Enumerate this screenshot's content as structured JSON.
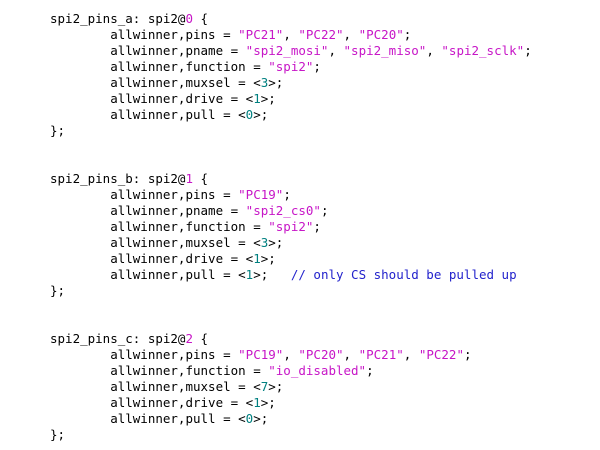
{
  "colors": {
    "plain": "#000000",
    "string": "#c716c7",
    "unit": "#c716c7",
    "number": "#008080",
    "comment": "#2222cc",
    "background": "#ffffff"
  },
  "code": {
    "language": "device-tree-source",
    "lines": [
      {
        "tokens": [
          {
            "c": "plain",
            "t": "spi2_pins_a: spi2@"
          },
          {
            "c": "unit",
            "t": "0"
          },
          {
            "c": "plain",
            "t": " {"
          }
        ]
      },
      {
        "tokens": [
          {
            "c": "plain",
            "t": "        allwinner,pins = "
          },
          {
            "c": "string",
            "t": "\"PC21\""
          },
          {
            "c": "plain",
            "t": ", "
          },
          {
            "c": "string",
            "t": "\"PC22\""
          },
          {
            "c": "plain",
            "t": ", "
          },
          {
            "c": "string",
            "t": "\"PC20\""
          },
          {
            "c": "plain",
            "t": ";"
          }
        ]
      },
      {
        "tokens": [
          {
            "c": "plain",
            "t": "        allwinner,pname = "
          },
          {
            "c": "string",
            "t": "\"spi2_mosi\""
          },
          {
            "c": "plain",
            "t": ", "
          },
          {
            "c": "string",
            "t": "\"spi2_miso\""
          },
          {
            "c": "plain",
            "t": ", "
          },
          {
            "c": "string",
            "t": "\"spi2_sclk\""
          },
          {
            "c": "plain",
            "t": ";"
          }
        ]
      },
      {
        "tokens": [
          {
            "c": "plain",
            "t": "        allwinner,function = "
          },
          {
            "c": "string",
            "t": "\"spi2\""
          },
          {
            "c": "plain",
            "t": ";"
          }
        ]
      },
      {
        "tokens": [
          {
            "c": "plain",
            "t": "        allwinner,muxsel = <"
          },
          {
            "c": "number",
            "t": "3"
          },
          {
            "c": "plain",
            "t": ">;"
          }
        ]
      },
      {
        "tokens": [
          {
            "c": "plain",
            "t": "        allwinner,drive = <"
          },
          {
            "c": "number",
            "t": "1"
          },
          {
            "c": "plain",
            "t": ">;"
          }
        ]
      },
      {
        "tokens": [
          {
            "c": "plain",
            "t": "        allwinner,pull = <"
          },
          {
            "c": "number",
            "t": "0"
          },
          {
            "c": "plain",
            "t": ">;"
          }
        ]
      },
      {
        "tokens": [
          {
            "c": "plain",
            "t": "};"
          }
        ]
      },
      {
        "tokens": []
      },
      {
        "tokens": []
      },
      {
        "tokens": [
          {
            "c": "plain",
            "t": "spi2_pins_b: spi2@"
          },
          {
            "c": "unit",
            "t": "1"
          },
          {
            "c": "plain",
            "t": " {"
          }
        ]
      },
      {
        "tokens": [
          {
            "c": "plain",
            "t": "        allwinner,pins = "
          },
          {
            "c": "string",
            "t": "\"PC19\""
          },
          {
            "c": "plain",
            "t": ";"
          }
        ]
      },
      {
        "tokens": [
          {
            "c": "plain",
            "t": "        allwinner,pname = "
          },
          {
            "c": "string",
            "t": "\"spi2_cs0\""
          },
          {
            "c": "plain",
            "t": ";"
          }
        ]
      },
      {
        "tokens": [
          {
            "c": "plain",
            "t": "        allwinner,function = "
          },
          {
            "c": "string",
            "t": "\"spi2\""
          },
          {
            "c": "plain",
            "t": ";"
          }
        ]
      },
      {
        "tokens": [
          {
            "c": "plain",
            "t": "        allwinner,muxsel = <"
          },
          {
            "c": "number",
            "t": "3"
          },
          {
            "c": "plain",
            "t": ">;"
          }
        ]
      },
      {
        "tokens": [
          {
            "c": "plain",
            "t": "        allwinner,drive = <"
          },
          {
            "c": "number",
            "t": "1"
          },
          {
            "c": "plain",
            "t": ">;"
          }
        ]
      },
      {
        "tokens": [
          {
            "c": "plain",
            "t": "        allwinner,pull = <"
          },
          {
            "c": "number",
            "t": "1"
          },
          {
            "c": "plain",
            "t": ">;   "
          },
          {
            "c": "comment",
            "t": "// only CS should be pulled up"
          }
        ]
      },
      {
        "tokens": [
          {
            "c": "plain",
            "t": "};"
          }
        ]
      },
      {
        "tokens": []
      },
      {
        "tokens": []
      },
      {
        "tokens": [
          {
            "c": "plain",
            "t": "spi2_pins_c: spi2@"
          },
          {
            "c": "unit",
            "t": "2"
          },
          {
            "c": "plain",
            "t": " {"
          }
        ]
      },
      {
        "tokens": [
          {
            "c": "plain",
            "t": "        allwinner,pins = "
          },
          {
            "c": "string",
            "t": "\"PC19\""
          },
          {
            "c": "plain",
            "t": ", "
          },
          {
            "c": "string",
            "t": "\"PC20\""
          },
          {
            "c": "plain",
            "t": ", "
          },
          {
            "c": "string",
            "t": "\"PC21\""
          },
          {
            "c": "plain",
            "t": ", "
          },
          {
            "c": "string",
            "t": "\"PC22\""
          },
          {
            "c": "plain",
            "t": ";"
          }
        ]
      },
      {
        "tokens": [
          {
            "c": "plain",
            "t": "        allwinner,function = "
          },
          {
            "c": "string",
            "t": "\"io_disabled\""
          },
          {
            "c": "plain",
            "t": ";"
          }
        ]
      },
      {
        "tokens": [
          {
            "c": "plain",
            "t": "        allwinner,muxsel = <"
          },
          {
            "c": "number",
            "t": "7"
          },
          {
            "c": "plain",
            "t": ">;"
          }
        ]
      },
      {
        "tokens": [
          {
            "c": "plain",
            "t": "        allwinner,drive = <"
          },
          {
            "c": "number",
            "t": "1"
          },
          {
            "c": "plain",
            "t": ">;"
          }
        ]
      },
      {
        "tokens": [
          {
            "c": "plain",
            "t": "        allwinner,pull = <"
          },
          {
            "c": "number",
            "t": "0"
          },
          {
            "c": "plain",
            "t": ">;"
          }
        ]
      },
      {
        "tokens": [
          {
            "c": "plain",
            "t": "};"
          }
        ]
      }
    ]
  }
}
